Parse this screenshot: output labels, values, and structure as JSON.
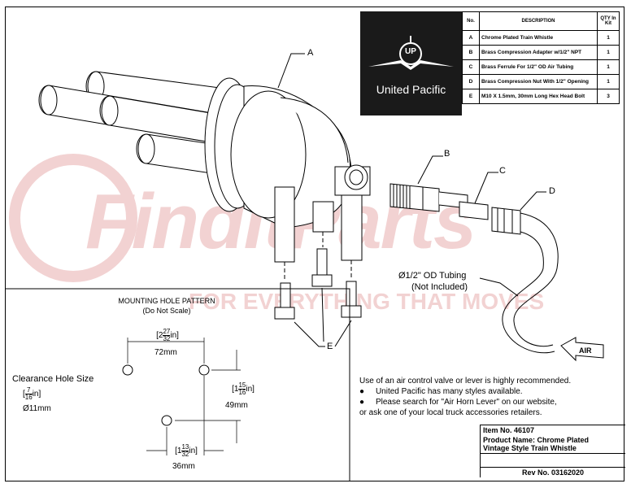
{
  "watermark": {
    "brand": "FinditParts",
    "tagline": "FOR EVERYTHING THAT MOVES"
  },
  "logo": {
    "brand_name": "United Pacific",
    "mark_letters": "UP"
  },
  "parts_table": {
    "headers": {
      "no": "No.",
      "description": "DESCRIPTION",
      "qty": "QTY In Kit"
    },
    "rows": [
      {
        "no": "A",
        "description": "Chrome Plated Train Whistle",
        "qty": "1"
      },
      {
        "no": "B",
        "description": "Brass Compression Adapter w/1/2\" NPT",
        "qty": "1"
      },
      {
        "no": "C",
        "description": "Brass Ferrule For 1/2\" OD Air Tubing",
        "qty": "1"
      },
      {
        "no": "D",
        "description": "Brass Compression Nut With 1/2\" Opening",
        "qty": "1"
      },
      {
        "no": "E",
        "description": "M10 X 1.5mm, 30mm Long Hex Head Bolt",
        "qty": "3"
      }
    ]
  },
  "callouts": {
    "a": "A",
    "b": "B",
    "c": "C",
    "d": "D",
    "e": "E"
  },
  "tubing_label": {
    "line1": "Ø1/2\" OD Tubing",
    "line2": "(Not Included)"
  },
  "air_label": "AIR",
  "mounting": {
    "title": "MOUNTING HOLE PATTERN",
    "subtitle": "(Do Not Scale)",
    "clearance_label": "Clearance Hole Size",
    "clearance_frac_whole": "[",
    "clearance_frac_num": "7",
    "clearance_frac_den": "16",
    "clearance_frac_unit": "in]",
    "clearance_mm": "Ø11mm",
    "top_dim_whole": "[2",
    "top_dim_num": "27",
    "top_dim_den": "32",
    "top_dim_unit": "in]",
    "top_dim_mm": "72mm",
    "right_dim_whole": "[1",
    "right_dim_num": "15",
    "right_dim_den": "16",
    "right_dim_unit": "in]",
    "right_dim_mm": "49mm",
    "bottom_dim_whole": "[1",
    "bottom_dim_num": "13",
    "bottom_dim_den": "32",
    "bottom_dim_unit": "in]",
    "bottom_dim_mm": "36mm"
  },
  "notes": {
    "line1": "Use of an air control valve or lever is highly recommended.",
    "bullet1": "United Pacific has many styles available.",
    "bullet2": "Please search for  \"Air Horn Lever\" on our website,",
    "line4": "or ask one of your local truck accessories retailers."
  },
  "info": {
    "item_no": "Item No. 46107",
    "product_name_line1": "Product Name: Chrome Plated",
    "product_name_line2": "Vintage Style Train Whistle",
    "rev_no": "Rev No. 03162020"
  }
}
